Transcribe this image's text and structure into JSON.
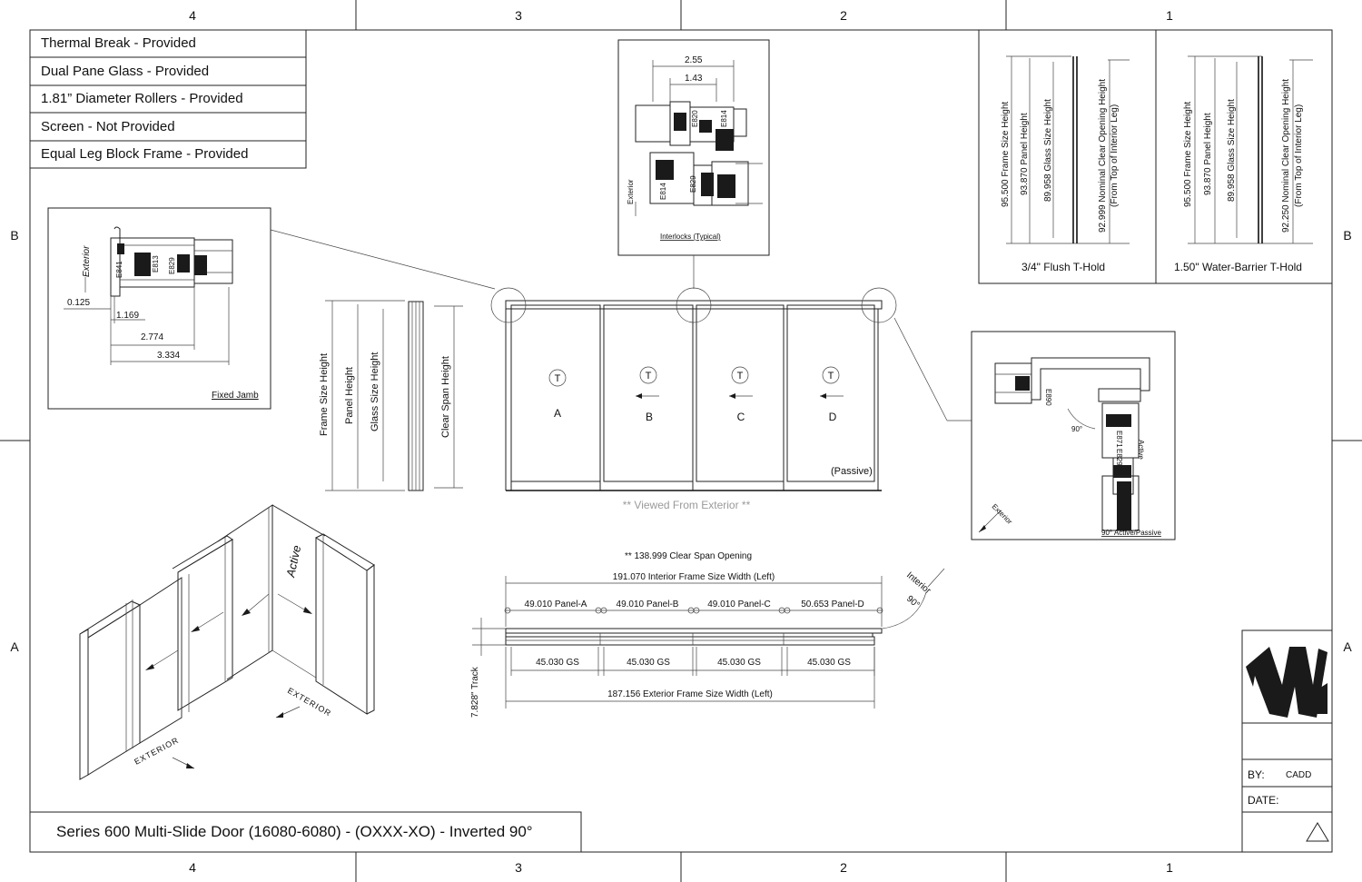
{
  "grid": {
    "columns": [
      "4",
      "3",
      "2",
      "1"
    ],
    "rows": [
      "B",
      "A"
    ]
  },
  "specs": [
    "Thermal Break - Provided",
    "Dual Pane Glass - Provided",
    "1.81” Diameter Rollers - Provided",
    "Screen - Not Provided",
    "Equal Leg Block Frame - Provided"
  ],
  "fixed_jamb": {
    "caption": "Fixed Jamb",
    "exterior": "Exterior",
    "parts": [
      "E841",
      "E813",
      "E829"
    ],
    "dims": [
      "0.125",
      "1.169",
      "2.774",
      "3.334"
    ]
  },
  "interlocks": {
    "caption": "Interlocks (Typical)",
    "exterior": "Exterior",
    "parts": [
      "E820",
      "E814",
      "E814",
      "E829"
    ],
    "dims": [
      "2.55",
      "1.43"
    ]
  },
  "thold_flush": {
    "caption": "3/4\" Flush T-Hold",
    "dims": [
      "95.500 Frame Size Height",
      "93.870 Panel Height",
      "89.958 Glass Size Height",
      "92.999 Nominal Clear Opening Height",
      "(From Top of Interior Leg)"
    ]
  },
  "thold_barrier": {
    "caption": "1.50\" Water-Barrier T-Hold",
    "dims": [
      "95.500 Frame Size Height",
      "93.870 Panel Height",
      "89.958 Glass Size Height",
      "92.250 Nominal Clear Opening Height",
      "(From Top of Interior Leg)"
    ]
  },
  "heights": {
    "labels": [
      "Frame Size Height",
      "Panel Height",
      "Glass Size Height",
      "Clear Span Height"
    ]
  },
  "elevation": {
    "panels": [
      {
        "letter": "A",
        "mark": "T"
      },
      {
        "letter": "B",
        "mark": "T"
      },
      {
        "letter": "C",
        "mark": "T"
      },
      {
        "letter": "D",
        "mark": "T"
      }
    ],
    "passive": "(Passive)",
    "viewed": "** Viewed From Exterior **"
  },
  "corner_detail": {
    "caption": "90° Active/Passive",
    "exterior": "Exterior",
    "angle": "90°",
    "active": "Active",
    "parts": [
      "E890",
      "E871",
      "E829"
    ]
  },
  "plan": {
    "clear_span": "** 138.999 Clear Span Opening",
    "interior_width": "191.070 Interior Frame Size Width (Left)",
    "panels": [
      "49.010 Panel-A",
      "49.010 Panel-B",
      "49.010 Panel-C",
      "50.653 Panel-D"
    ],
    "glass": [
      "45.030 GS",
      "45.030 GS",
      "45.030 GS",
      "45.030 GS"
    ],
    "exterior_width": "187.156 Exterior Frame Size Width (Left)",
    "track": "7.828\" Track",
    "interior": "Interior",
    "angle": "90°"
  },
  "iso": {
    "active": "Active",
    "exterior1": "EXTERIOR",
    "exterior2": "EXTERIOR"
  },
  "titleblock": {
    "by_label": "BY:",
    "by_value": "CADD",
    "date_label": "DATE:",
    "title": "Series 600 Multi-Slide Door (16080-6080) - (OXXX-XO) - Inverted 90°"
  }
}
